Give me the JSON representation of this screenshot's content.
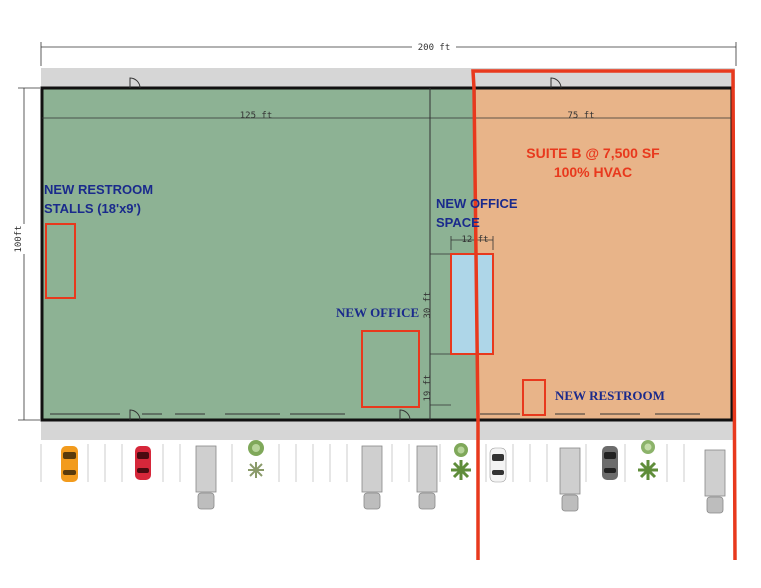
{
  "dimensions": {
    "overall_width": "200 ft",
    "overall_depth": "100ft",
    "left_section_width": "125 ft",
    "right_section_width": "75 ft",
    "office_width": "12 ft",
    "office_depth": "30 ft",
    "office_offset": "19 ft"
  },
  "labels": {
    "restroom_stalls_line1": "NEW RESTROOM",
    "restroom_stalls_line2": "STALLS (18'x9')",
    "office_space_line1": "NEW OFFICE",
    "office_space_line2": "SPACE",
    "new_office": "NEW OFFICE",
    "new_restroom": "NEW RESTROOM",
    "suite_line1": "SUITE B @ 7,500 SF",
    "suite_line2": "100% HVAC"
  },
  "colors": {
    "green_suite": "#8db294",
    "orange_suite": "#e8b489",
    "office_blue": "#aed6e8",
    "highlight_red": "#e8391d",
    "label_blue": "#1a2a8c",
    "paving": "#d6d6d6"
  }
}
